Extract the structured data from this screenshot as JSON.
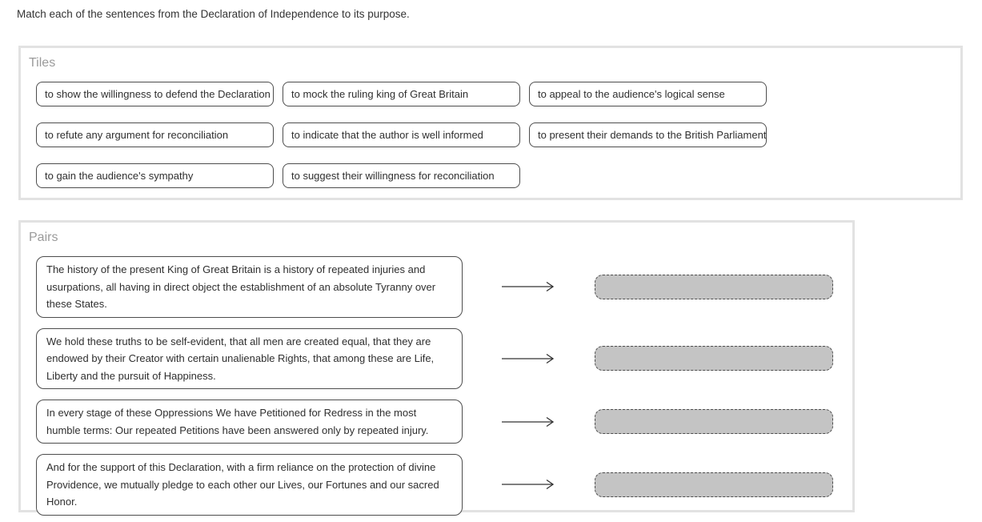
{
  "instruction": "Match each of the sentences from the Declaration of Independence to its purpose.",
  "tiles_panel": {
    "label": "Tiles",
    "tiles": [
      "to show the willingness to defend the Declaration",
      "to mock the ruling king of Great Britain",
      "to appeal to the audience's logical sense",
      "to refute any argument for reconciliation",
      "to indicate that the author is well informed",
      "to present their demands to the British Parliament",
      "to gain the audience's sympathy",
      "to suggest their willingness for reconciliation"
    ]
  },
  "pairs_panel": {
    "label": "Pairs",
    "pairs": [
      {
        "sentence": "The history of the present King of Great Britain is a history of repeated injuries and usurpations, all having in direct object the establishment of an absolute Tyranny over these States."
      },
      {
        "sentence": "We hold these truths to be self-evident, that all men are created equal, that they are endowed by their Creator with certain unalienable Rights, that among these are Life, Liberty and the pursuit of Happiness."
      },
      {
        "sentence": "In every stage of these Oppressions We have Petitioned for Redress in the most humble terms: Our repeated Petitions have been answered only by repeated injury."
      },
      {
        "sentence": "And for the support of this Declaration, with a firm reliance on the protection of divine Providence, we mutually pledge to each other our Lives, our Fortunes and our sacred Honor."
      }
    ]
  },
  "colors": {
    "panel_border": "#e2e2e2",
    "tile_border": "#4d4d4d",
    "dropzone_fill": "#c4c4c4",
    "label_gray": "#9b9b9b",
    "arrow": "#333333"
  }
}
